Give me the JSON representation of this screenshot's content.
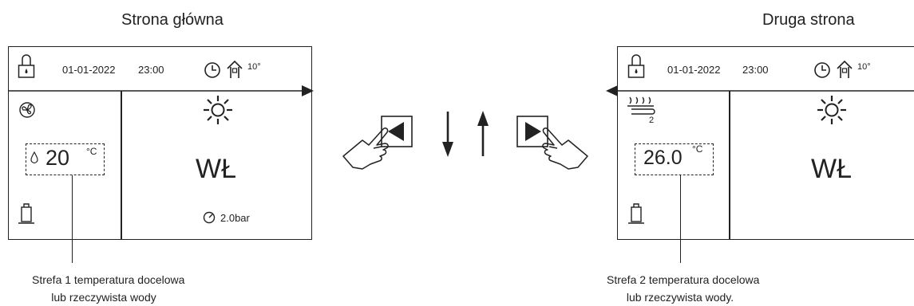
{
  "left_screen": {
    "heading": "Strona główna",
    "date": "01-01-2022",
    "time": "23:00",
    "outdoor_temp": "10°",
    "temperature": "20",
    "temperature_unit": "°C",
    "status": "WŁ",
    "pressure": "2.0bar",
    "caption_line1": "Strefa 1 temperatura docelowa",
    "caption_line2": "lub rzeczywista wody"
  },
  "right_screen": {
    "heading": "Druga strona",
    "date": "01-01-2022",
    "time": "23:00",
    "outdoor_temp": "10°",
    "zone_number": "2",
    "temperature": "26.0",
    "temperature_unit": "°C",
    "status": "WŁ",
    "caption_line1": "Strefa 2 temperatura docelowa",
    "caption_line2": "lub rzeczywista wody."
  },
  "icons": {
    "lock": "lock-icon",
    "clock": "clock-icon",
    "house": "house-temperature-icon",
    "sun": "sun-icon",
    "fan": "fan-icon",
    "tank": "tank-icon",
    "gauge": "pressure-gauge-icon",
    "floor_heating": "floor-heating-icon",
    "left_key": "left-arrow-key-icon",
    "right_key": "right-arrow-key-icon",
    "hand": "hand-pointer-icon"
  }
}
